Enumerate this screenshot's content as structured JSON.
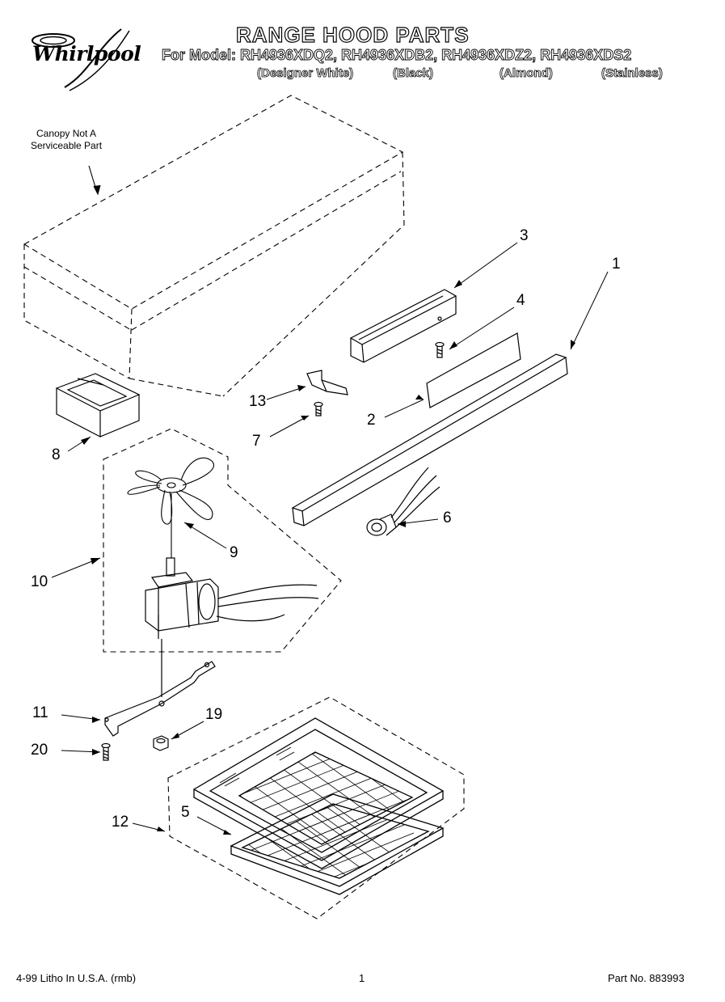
{
  "brand": {
    "logo_text": "Whirlpool"
  },
  "header": {
    "title": "RANGE HOOD PARTS",
    "models": "For Model: RH4936XDQ2, RH4936XDB2, RH4936XDZ2, RH4936XDS2",
    "variants": [
      "(Designer White)",
      "(Black)",
      "(Almond)",
      "(Stainless)"
    ]
  },
  "canopy_note": {
    "line1": "Canopy Not A",
    "line2": "Serviceable Part"
  },
  "callouts": {
    "c1": "1",
    "c2": "2",
    "c3": "3",
    "c4": "4",
    "c5": "5",
    "c6": "6",
    "c7": "7",
    "c8": "8",
    "c9": "9",
    "c10": "10",
    "c11": "11",
    "c12": "12",
    "c13": "13",
    "c19": "19",
    "c20": "20"
  },
  "footer": {
    "litho": "4-99 Litho In U.S.A. (rmb)",
    "page": "1",
    "part_no": "Part No. 883993"
  }
}
